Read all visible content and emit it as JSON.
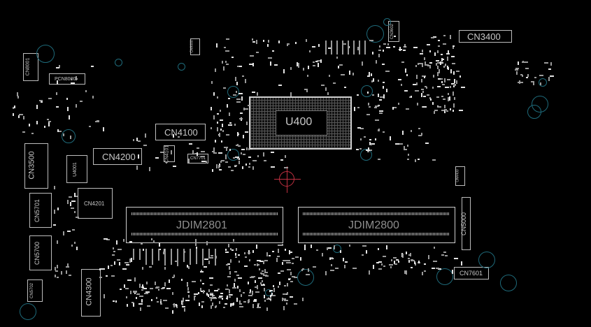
{
  "labels": {
    "cn3400": "CN3400",
    "pcn8000": "PCN8000",
    "cn4100": "CN4100",
    "cn4200": "CN4200",
    "u400": "U400",
    "cn3500": "CN3500",
    "u4001": "U4001",
    "cn4201": "CN4201",
    "cn5701": "CN5701",
    "cn5700": "CN5700",
    "cn4300": "CN4300",
    "jdim2801": "JDIM2801",
    "jdim2800": "JDIM2800",
    "cn5000": "CN5000",
    "cn7601": "CN7601",
    "cn7701": "CN7701",
    "cn3602": "CN3602",
    "cn8001": "CN8001",
    "cn9000": "CN9000",
    "cn4400": "CN4400",
    "cn4101": "CN4101",
    "cn5702": "CN5702"
  },
  "colors": {
    "background": "#000000",
    "outline": "#bdbdbd",
    "via_ring": "#1e6a7a",
    "crosshair": "#c03040"
  }
}
